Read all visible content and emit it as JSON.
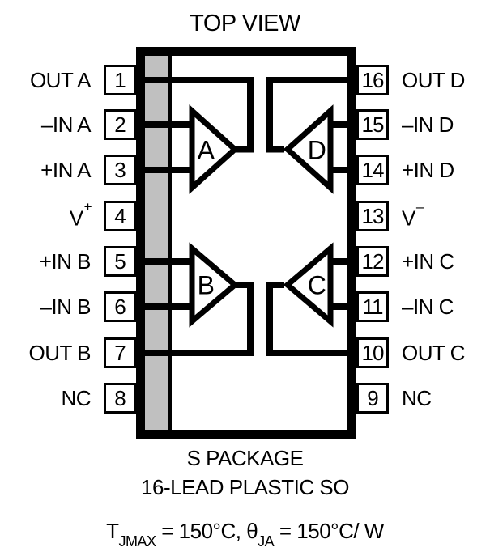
{
  "title": "TOP VIEW",
  "package": {
    "line1": "S PACKAGE",
    "line2": "16-LEAD PLASTIC SO"
  },
  "thermal": {
    "t_base": "T",
    "t_sub": "JMAX",
    "t_rest": " = 150°C, ",
    "theta_base": "θ",
    "theta_sub": "JA",
    "theta_rest": " = 150°C/ W"
  },
  "amps": [
    {
      "name": "A"
    },
    {
      "name": "B"
    },
    {
      "name": "C"
    },
    {
      "name": "D"
    }
  ],
  "pins": {
    "left": [
      {
        "num": "1",
        "label": "OUT A",
        "sup": ""
      },
      {
        "num": "2",
        "label": "–IN A",
        "sup": ""
      },
      {
        "num": "3",
        "label": "+IN A",
        "sup": ""
      },
      {
        "num": "4",
        "label": "V",
        "sup": "+"
      },
      {
        "num": "5",
        "label": "+IN B",
        "sup": ""
      },
      {
        "num": "6",
        "label": "–IN B",
        "sup": ""
      },
      {
        "num": "7",
        "label": "OUT B",
        "sup": ""
      },
      {
        "num": "8",
        "label": "NC",
        "sup": ""
      }
    ],
    "right": [
      {
        "num": "16",
        "label": "OUT D",
        "sup": ""
      },
      {
        "num": "15",
        "label": "–IN D",
        "sup": ""
      },
      {
        "num": "14",
        "label": "+IN D",
        "sup": ""
      },
      {
        "num": "13",
        "label": "V",
        "sup": "–"
      },
      {
        "num": "12",
        "label": "+IN C",
        "sup": ""
      },
      {
        "num": "11",
        "label": "–IN C",
        "sup": ""
      },
      {
        "num": "10",
        "label": "OUT C",
        "sup": ""
      },
      {
        "num": "9",
        "label": "NC",
        "sup": ""
      }
    ]
  },
  "colors": {
    "line": "#000000",
    "stripe": "#c0c0c0",
    "background": "#ffffff"
  }
}
